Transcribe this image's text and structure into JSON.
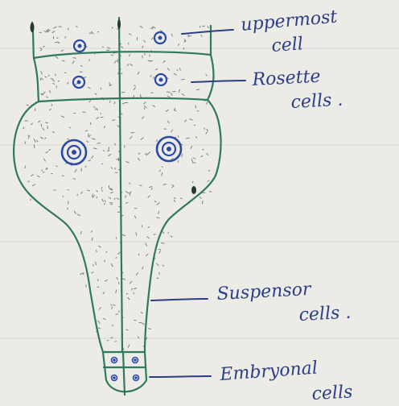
{
  "diagram": {
    "labels": {
      "uppermost": [
        "uppermost",
        "cell"
      ],
      "rosette": [
        "Rosette",
        "cells ."
      ],
      "suspensor": [
        "Suspensor",
        "cells ."
      ],
      "embryonal": [
        "Embryonal",
        "cells"
      ]
    },
    "colors": {
      "paper": "#ecebe6",
      "outline": "#2f7a5a",
      "nucleus": "#2b49a8",
      "ink": "#2b3f86",
      "dots": "#4a5a5a"
    }
  }
}
